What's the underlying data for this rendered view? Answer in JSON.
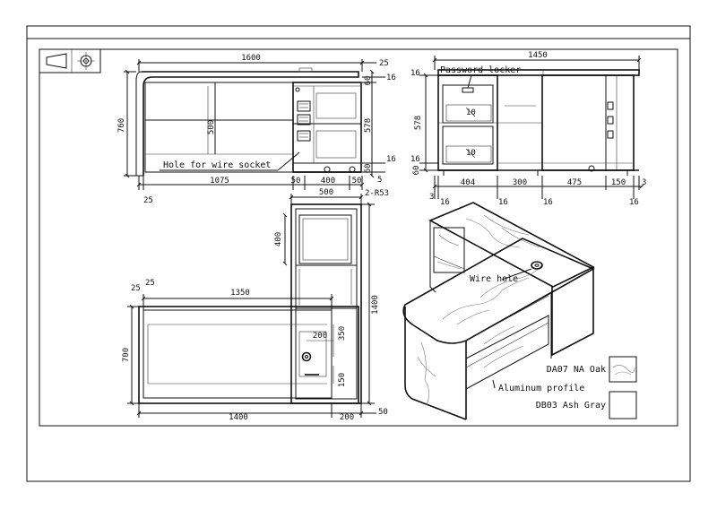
{
  "front_view": {
    "dims": {
      "overall_width": "1600",
      "top_offset": "25",
      "height": "760",
      "inner_height": "500",
      "top_16": "16",
      "thk_60": "60",
      "cabinet_height": "578",
      "bottom_60": "60",
      "bottom_16": "16",
      "bottom_5": "5",
      "left_25": "25",
      "desk_span": "1075",
      "gap_50a": "50",
      "cab_width": "400",
      "gap_50b": "50"
    },
    "callouts": {
      "wire_socket": "Hole for wire socket"
    }
  },
  "side_view": {
    "dims": {
      "overall_width": "1450",
      "top_16": "16",
      "cabinet_height": "578",
      "bottom_16": "16",
      "bottom_60": "60",
      "left_3": "3",
      "w_404": "404",
      "w_300": "300",
      "w_475": "475",
      "w_150": "150",
      "right_3": "3",
      "b16a": "16",
      "b16b": "16",
      "b16c": "16",
      "b16d": "16",
      "drawer_10a": "10",
      "drawer_10b": "10"
    },
    "callouts": {
      "password_locker": "Password locker"
    }
  },
  "plan_view": {
    "dims": {
      "cab_width": "500",
      "corner_r": "2-R53",
      "drawer_400": "400",
      "height_1400": "1400",
      "left_25a": "25",
      "left_25b": "25",
      "inner_1350": "1350",
      "depth_700": "700",
      "hole_200": "200",
      "hole_350": "350",
      "hole_150": "150",
      "bottom_1400": "1400",
      "bottom_200": "200",
      "bottom_50": "50"
    }
  },
  "iso_view": {
    "callouts": {
      "wire_hole": "Wire hole",
      "aluminum_profile": "Aluminum profile"
    }
  },
  "legend": [
    {
      "code": "DA07 NA Oak",
      "swatch": "wood-grain-icon"
    },
    {
      "code": "DB03 Ash Gray",
      "swatch": "blank-swatch-icon"
    }
  ]
}
